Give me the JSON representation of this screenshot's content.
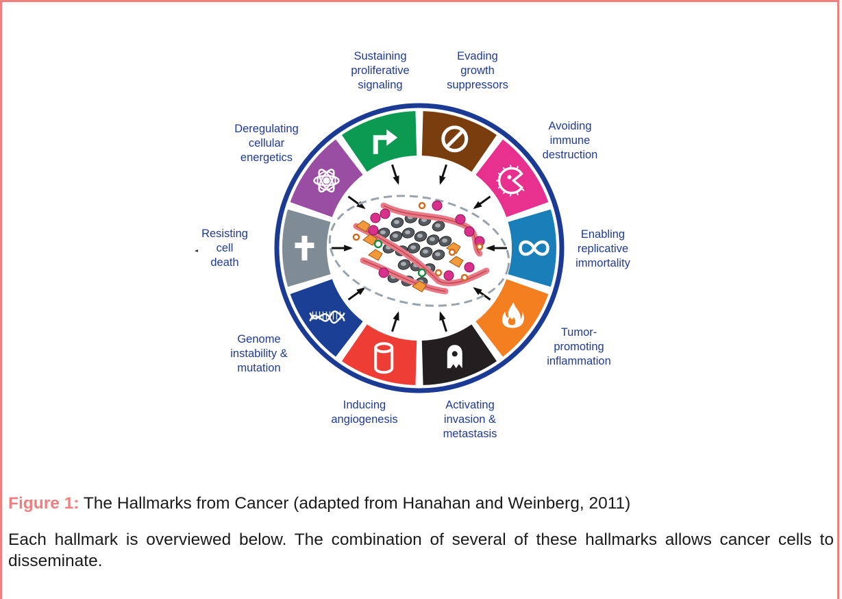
{
  "figure": {
    "label": "Figure 1:",
    "caption": " The Hallmarks from Cancer (adapted from Hanahan and Weinberg, 2011)",
    "body": "Each hallmark is overviewed below. The combination of several of these hallmarks allows cancer cells to disseminate."
  },
  "hallmarks": [
    {
      "name": "sustaining-proliferative-signaling",
      "lines": [
        "Sustaining",
        "proliferative",
        "signaling"
      ],
      "color": "#0c9a52",
      "icon": "arrow-up-right-icon"
    },
    {
      "name": "evading-growth-suppressors",
      "lines": [
        "Evading",
        "growth",
        "suppressors"
      ],
      "color": "#7a3e0e",
      "icon": "prohibited-icon"
    },
    {
      "name": "avoiding-immune-destruction",
      "lines": [
        "Avoiding",
        "immune",
        "destruction"
      ],
      "color": "#e8308f",
      "icon": "pacman-cell-icon"
    },
    {
      "name": "enabling-replicative-immortality",
      "lines": [
        "Enabling",
        "replicative",
        "immortality"
      ],
      "color": "#1a7fb8",
      "icon": "infinity-icon"
    },
    {
      "name": "tumor-promoting-inflammation",
      "lines": [
        "Tumor-",
        "promoting",
        "inflammation"
      ],
      "color": "#f47f20",
      "icon": "flame-icon"
    },
    {
      "name": "activating-invasion-metastasis",
      "lines": [
        "Activating",
        "invasion &",
        "metastasis"
      ],
      "color": "#231f20",
      "icon": "ghost-icon"
    },
    {
      "name": "inducing-angiogenesis",
      "lines": [
        "Inducing",
        "angiogenesis"
      ],
      "color": "#ee3d34",
      "icon": "vessel-icon"
    },
    {
      "name": "genome-instability-mutation",
      "lines": [
        "Genome",
        "instability &",
        "mutation"
      ],
      "color": "#1b3f94",
      "icon": "dna-icon"
    },
    {
      "name": "resisting-cell-death",
      "lines": [
        "Resisting",
        "cell",
        "death"
      ],
      "color": "#808c95",
      "icon": "cross-icon"
    },
    {
      "name": "deregulating-cellular-energetics",
      "lines": [
        "Deregulating",
        "cellular",
        "energetics"
      ],
      "color": "#9a4ea3",
      "icon": "atom-icon"
    }
  ],
  "colors": {
    "ring_border": "#1b3a94",
    "frame_border": "#f08080",
    "label_text": "#1f3a93",
    "arrow": "#111111",
    "tumor_outline": "#9aa3ab"
  }
}
